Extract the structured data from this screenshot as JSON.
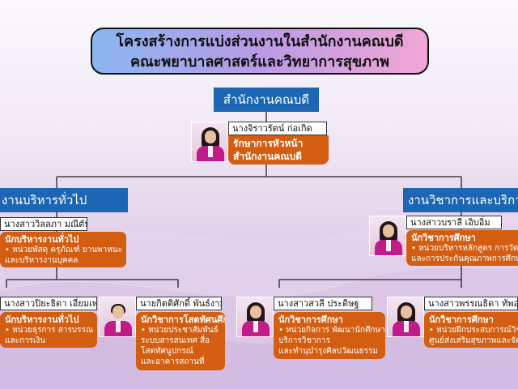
{
  "title": {
    "line1": "โครงสร้างการแบ่งส่วนงานในสำนักงานคณบดี",
    "line2": "คณะพยาบาลศาสตร์และวิทยาการสุขภาพ"
  },
  "root": {
    "label": "สำนักงานคณบดี",
    "head": {
      "name": "นางจิราวรัตน์ ก่อเกิด",
      "position_line1": "รักษาการหัวหน้า",
      "position_line2": "สำนักงานคณบดี"
    }
  },
  "divisions": [
    {
      "label": "งานบริหารทั่วไป",
      "lead": {
        "name": "นางสาววิลลภา มณีตัน",
        "title": "นักบริหารงานทั่วไป",
        "duties": [
          "• หน่วยพัสดุ ครุภัณฑ์ ยานพาหนะ",
          "และบริหารงานบุคคล"
        ]
      },
      "staff": [
        {
          "name": "นางสาวปิยะธิดา เอี่ยมเพชร",
          "title": "นักบริหารงานทั่วไป",
          "duties": [
            "• หน่วยธุรการ สารบรรณ",
            "และการเงิน"
          ]
        },
        {
          "name": "นายกิตติศักดิ์ พันธ์งาม",
          "title": "นักวิชาการโสตทัศนศึกษา",
          "duties": [
            "• หน่วยประชาสัมพันธ์",
            "ระบบสารสนเทศ สื่อ",
            "โสตทัศนูปกรณ์",
            "และอาคารสถานที่"
          ]
        }
      ]
    },
    {
      "label": "งานวิชาการและบริการ",
      "lead": {
        "name": "นางสาวบราลี เอิบอิ่ม",
        "title": "นักวิชาการศึกษา",
        "duties": [
          "• หน่วยบริหารหลักสูตร การวัดและ",
          "และการประกันคุณภาพการศึกษา"
        ]
      },
      "staff": [
        {
          "name": "นางสาวสวลี ประดิษฐ",
          "title": "นักวิชาการศึกษา",
          "duties": [
            "• หน่วยกิจการ พัฒนานักศึกษา",
            "บริการวิชาการ",
            "และทำนุบำรุงศิลปวัฒนธรรม"
          ]
        },
        {
          "name": "นางสาวพรรณธิดา ทัพอ่อน",
          "title": "นักวิชาการศึกษา",
          "duties": [
            "• หน่วยฝึกประสบการณ์วิชาชีพ",
            "ศูนย์ส่งเสริมสุขภาพและจัดการ"
          ]
        }
      ]
    }
  ],
  "colors": {
    "unit_box": "#1d66b4",
    "role_box": "#d35d10",
    "connector": "#222222",
    "uniform": "#c21a88"
  }
}
